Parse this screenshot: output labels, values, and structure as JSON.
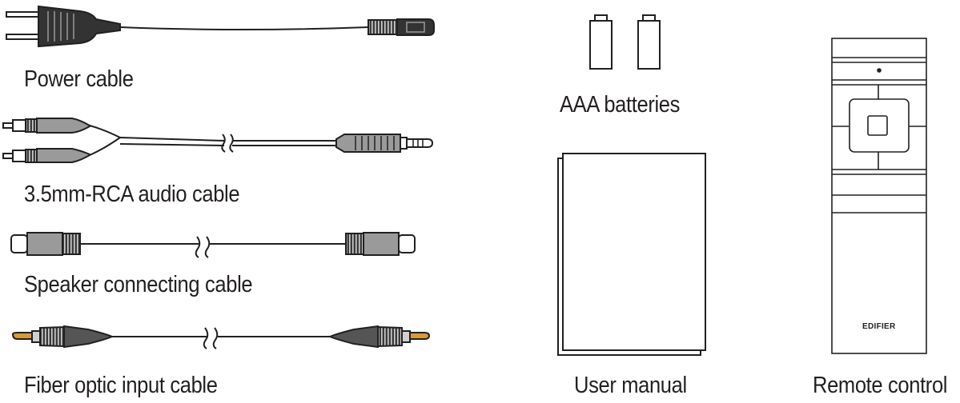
{
  "items": {
    "power_cable": "Power cable",
    "rca_cable": "3.5mm-RCA audio cable",
    "speaker_cable": "Speaker connecting cable",
    "fiber_cable": "Fiber optic input cable",
    "batteries": "AAA batteries",
    "manual": "User manual",
    "remote": "Remote control"
  },
  "remote_brand": "EDIFIER"
}
